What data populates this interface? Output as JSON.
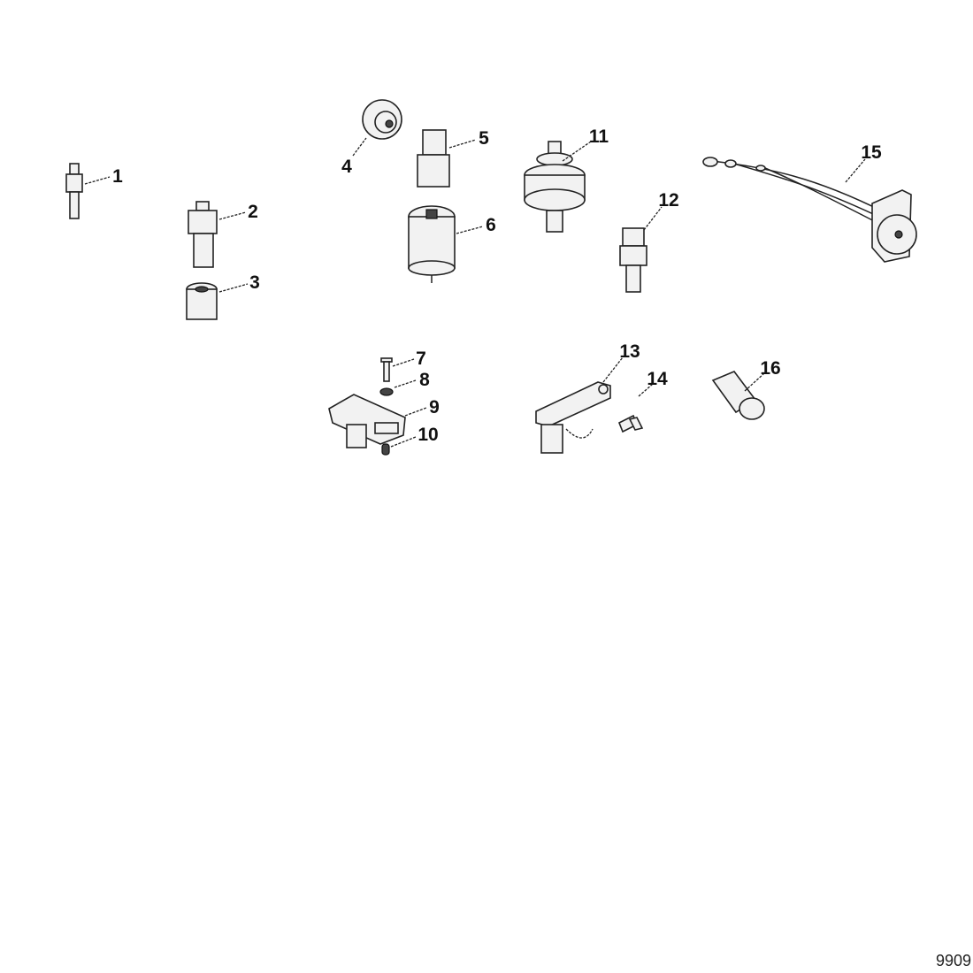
{
  "callouts": [
    "1",
    "2",
    "3",
    "4",
    "5",
    "6",
    "7",
    "8",
    "9",
    "10",
    "11",
    "12",
    "13",
    "14",
    "15",
    "16"
  ],
  "figure_number": "9909"
}
